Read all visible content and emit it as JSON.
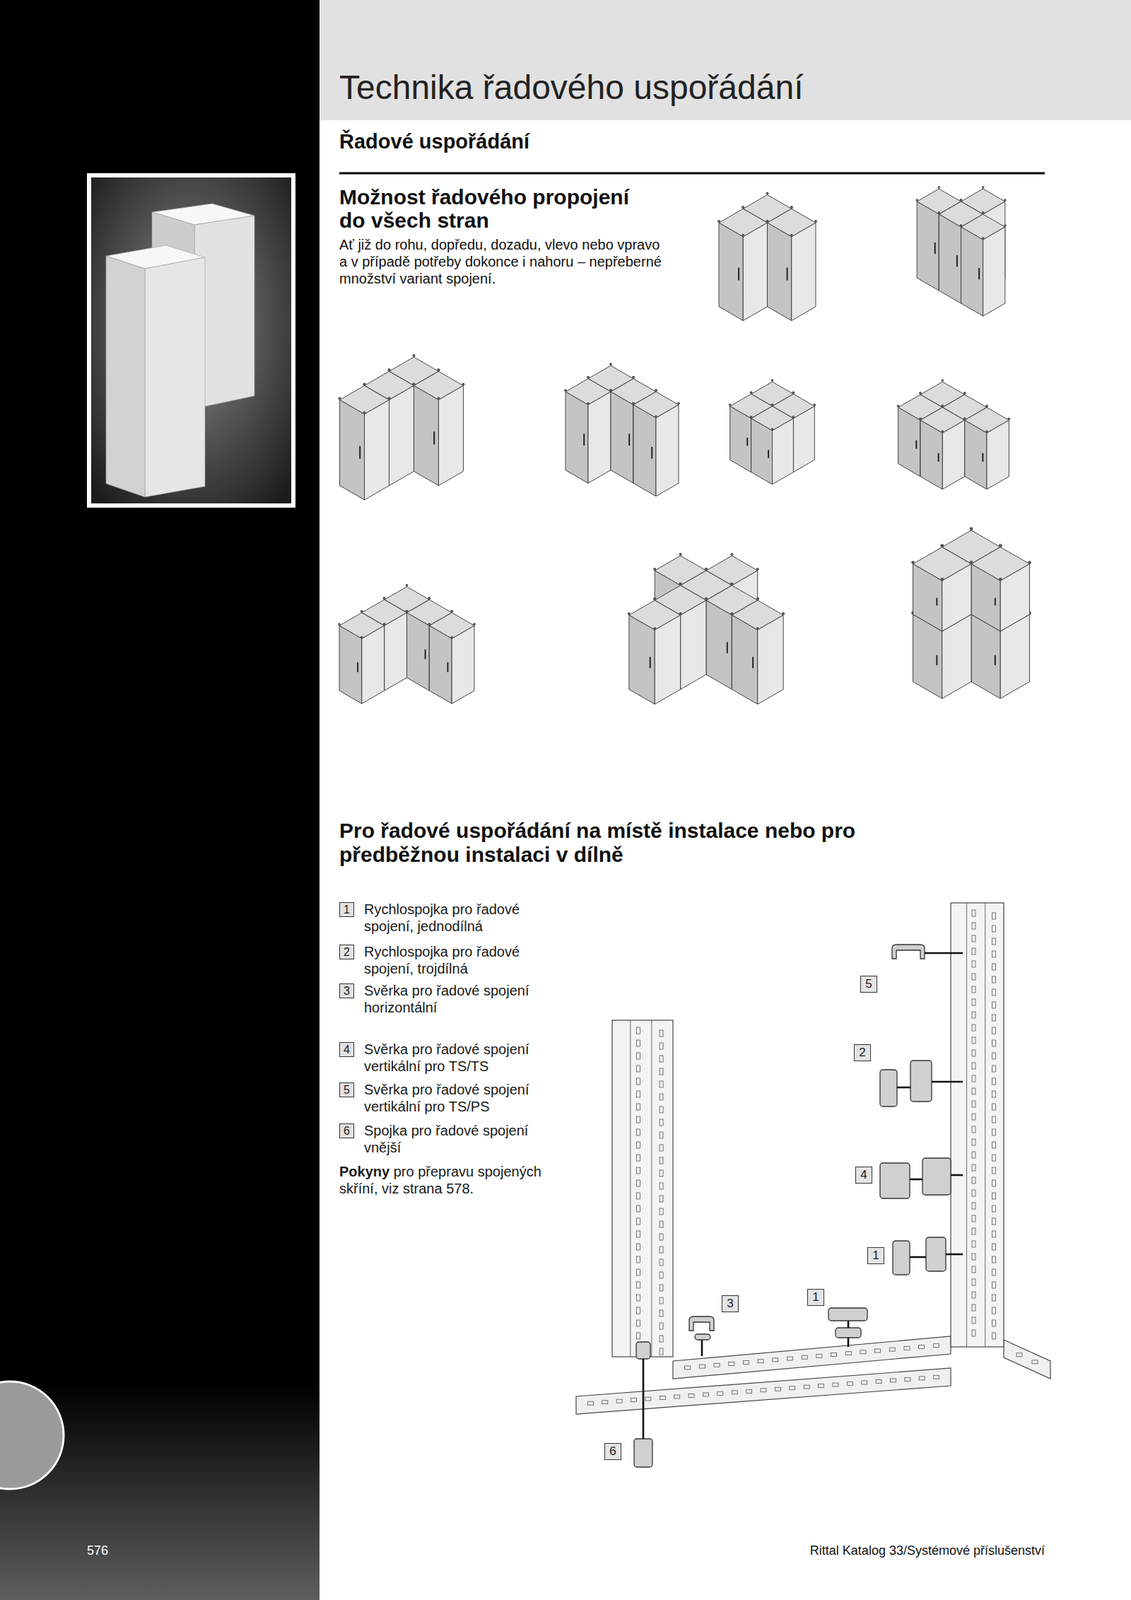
{
  "diagram": {
    "title": "Technika řadového uspořádání",
    "nodes": [
      {
        "text": [
          "1",
          "Rychlospojka pro řadové spojení, jednodílná"
        ]
      },
      {
        "text": [
          "2",
          "Rychlospojka pro řadové spojení, trojdílná"
        ]
      },
      {
        "text": [
          "3",
          "Svěrka pro řadové spojení horizontální"
        ]
      },
      {
        "text": [
          "4",
          "Svěrka pro řadové spojení vertikální pro TS/TS"
        ]
      },
      {
        "text": [
          "5",
          "Svěrka pro řadové spojení vertikální pro TS/PS"
        ]
      },
      {
        "text": [
          "6",
          "Spojka pro řadové spojení vnější"
        ]
      },
      {
        "text": [
          "5"
        ]
      },
      {
        "text": [
          "2"
        ]
      },
      {
        "text": [
          "4"
        ]
      },
      {
        "text": [
          "1"
        ]
      },
      {
        "text": [
          "1"
        ]
      },
      {
        "text": [
          "3"
        ]
      },
      {
        "text": [
          "6"
        ]
      }
    ],
    "labels": [
      "Řadové uspořádání",
      "Možnost řadového propojení do všech stran",
      "Ať již do rohu, dopředu, dozadu, vlevo nebo vpravo a v případě potřeby dokonce i nahoru – nepřeberné množství variant spojení.",
      "Pro řadové uspořádání na místě instalace nebo pro předběžnou instalaci v dílně",
      "Pokyny",
      "pro přepravu spojených skříní, viz strana 578.",
      "576",
      "Rittal Katalog 33/Systémové příslušenství"
    ]
  }
}
